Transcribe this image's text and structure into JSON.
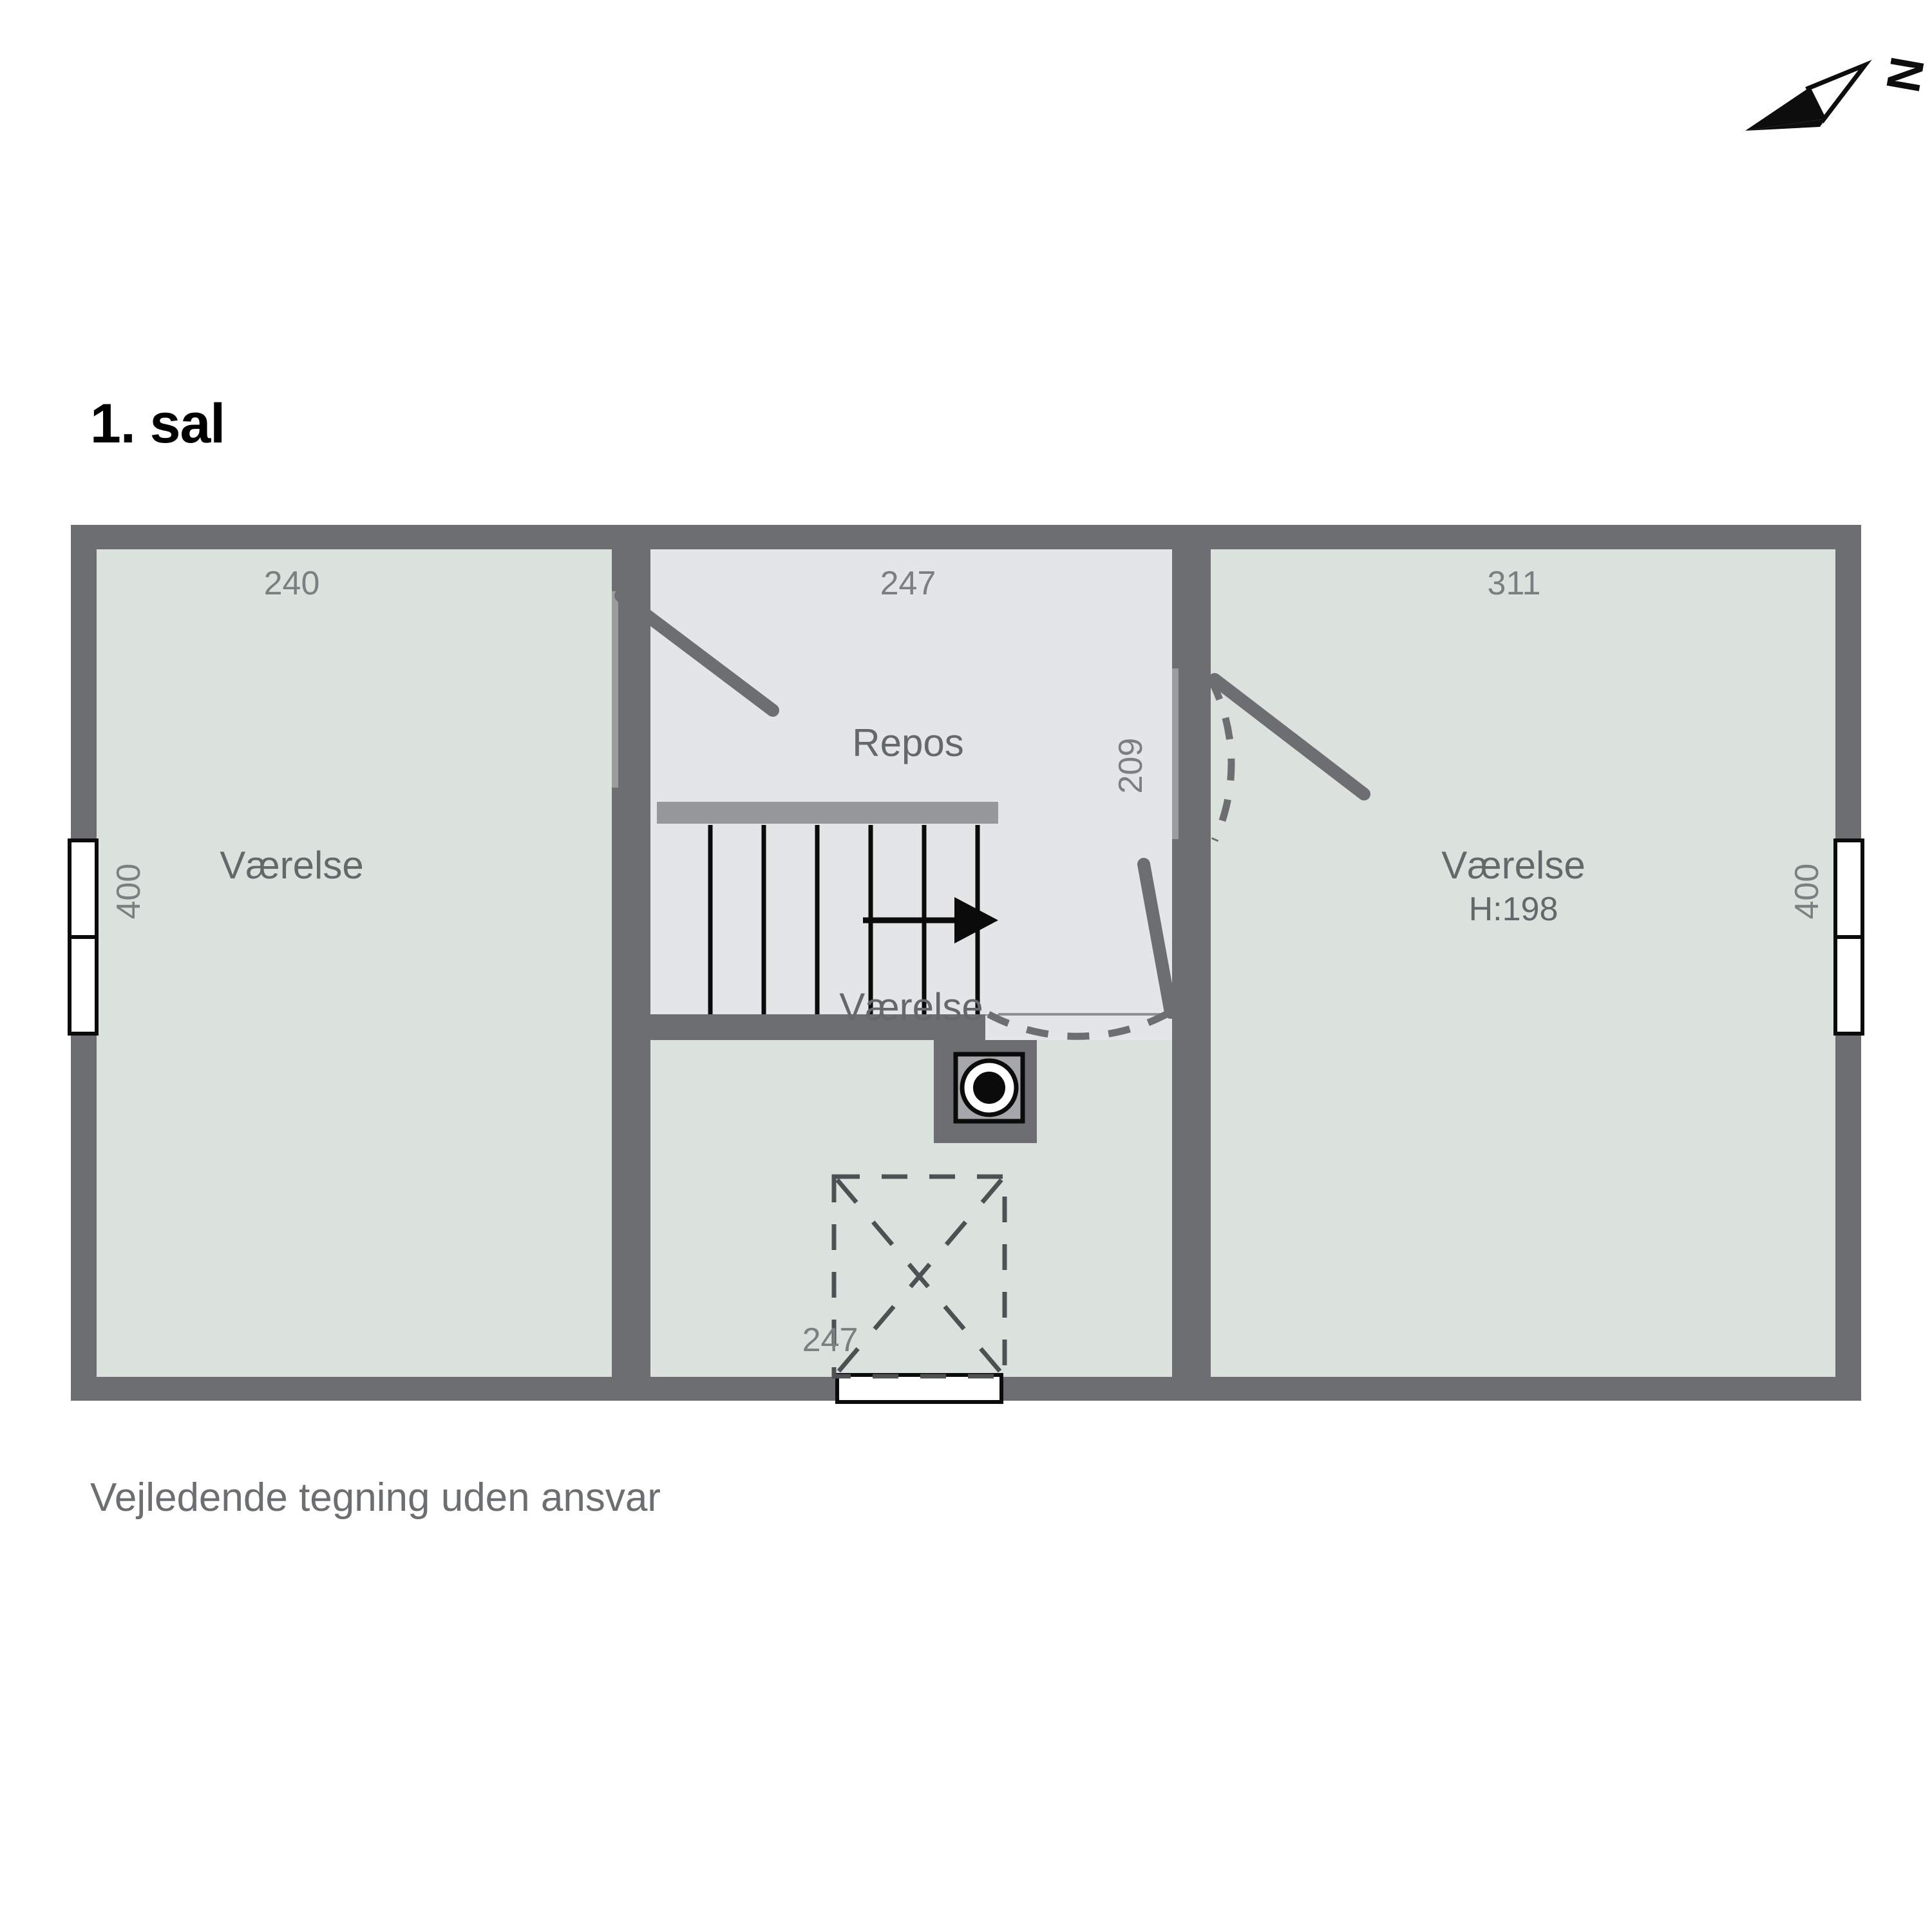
{
  "page": {
    "title": "1. sal",
    "note": "Vejledende tegning uden ansvar"
  },
  "compass": {
    "label": "N",
    "icon": "north-arrow-icon"
  },
  "colors": {
    "wall": "#6c6e71",
    "room_fill_green": "#dbe2dd",
    "room_fill_gray": "#e4e5e7",
    "label_text": "#6b6f71",
    "title_text": "#000000",
    "window_fill": "#ffffff",
    "door_leaf": "#6c6e71",
    "stair_line": "#000000"
  },
  "rooms": [
    {
      "id": "room-left",
      "name": "Værelse",
      "dim_top": "240",
      "dim_side": "400",
      "fill": "green"
    },
    {
      "id": "room-landing",
      "name": "Repos",
      "dim_top": "247",
      "dim_side": "209",
      "fill": "gray"
    },
    {
      "id": "room-right",
      "name": "Værelse",
      "sub": "H:198",
      "dim_top": "311",
      "dim_side": "400",
      "fill": "green"
    },
    {
      "id": "room-middle-bottom",
      "name": "Værelse",
      "dim_bottom": "247",
      "fill": "green"
    }
  ],
  "features": {
    "stair": {
      "name": "staircase",
      "steps": 6,
      "direction_arrow": "up-right"
    },
    "chimney": {
      "name": "chimney-flue"
    },
    "doors": [
      {
        "id": "door-left-landing",
        "swing": "into-landing"
      },
      {
        "id": "door-landing-bottom",
        "swing": "into-landing"
      },
      {
        "id": "door-right-room",
        "swing": "into-right-room"
      }
    ],
    "windows": [
      {
        "id": "window-left-exterior",
        "panes": 2
      },
      {
        "id": "window-right-exterior",
        "panes": 2
      },
      {
        "id": "window-bottom-middle",
        "panes": 1
      }
    ],
    "dormer": {
      "id": "dormer-bottom-middle",
      "label": "247"
    }
  }
}
